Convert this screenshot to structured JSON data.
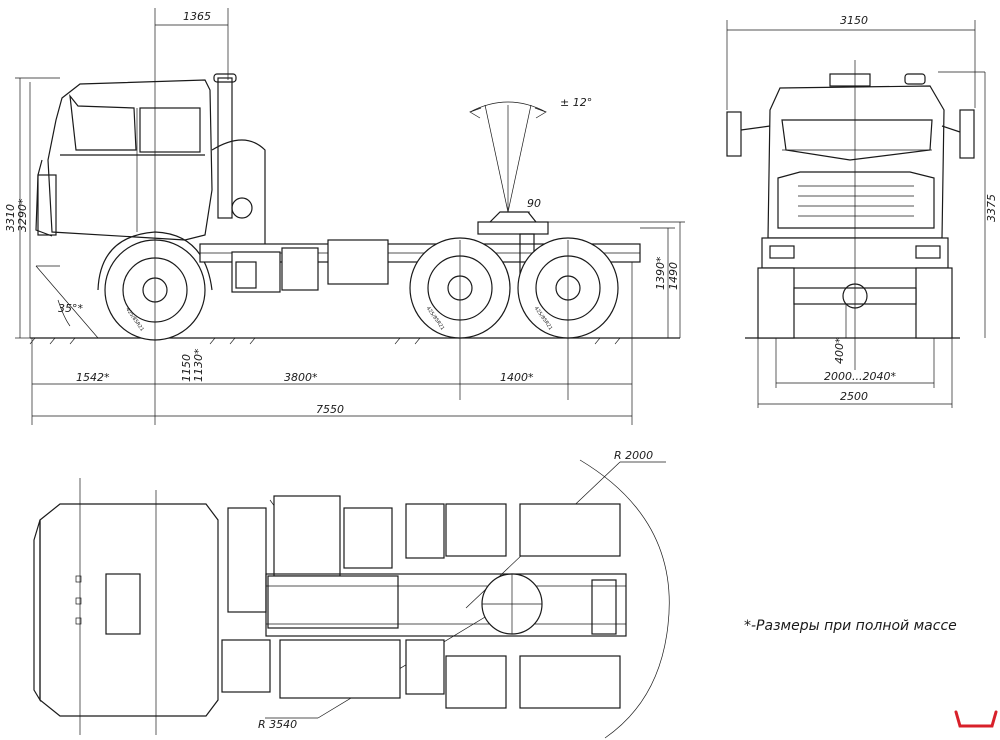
{
  "side_view": {
    "dims": {
      "cab_to_axis": "1365",
      "overall_height": "3310",
      "height_full_mass": "3290*",
      "approach_angle": "35°*",
      "front_overhang": "1542*",
      "wheelbase": "3800*",
      "rear_bogie": "1400*",
      "overall_length": "7550",
      "fifth_wheel_offset": "90",
      "fifth_wheel_angle": "± 12°",
      "fifth_wheel_height": "1390*",
      "fifth_wheel_height_2": "1490",
      "ground_clearance_1": "1150",
      "ground_clearance_2": "1130*"
    },
    "tire_marking": "425/85R21"
  },
  "front_view": {
    "dims": {
      "mirror_width": "3150",
      "height": "3375",
      "clearance": "400*",
      "track": "2000...2040*",
      "overall_width": "2500"
    }
  },
  "top_view": {
    "dims": {
      "outer_radius": "R 2000",
      "turn_radius": "R 3540"
    }
  },
  "footnote": "*-Размеры при полной массе",
  "logo": {
    "name": "corner-logo",
    "color": "#d8202a"
  }
}
